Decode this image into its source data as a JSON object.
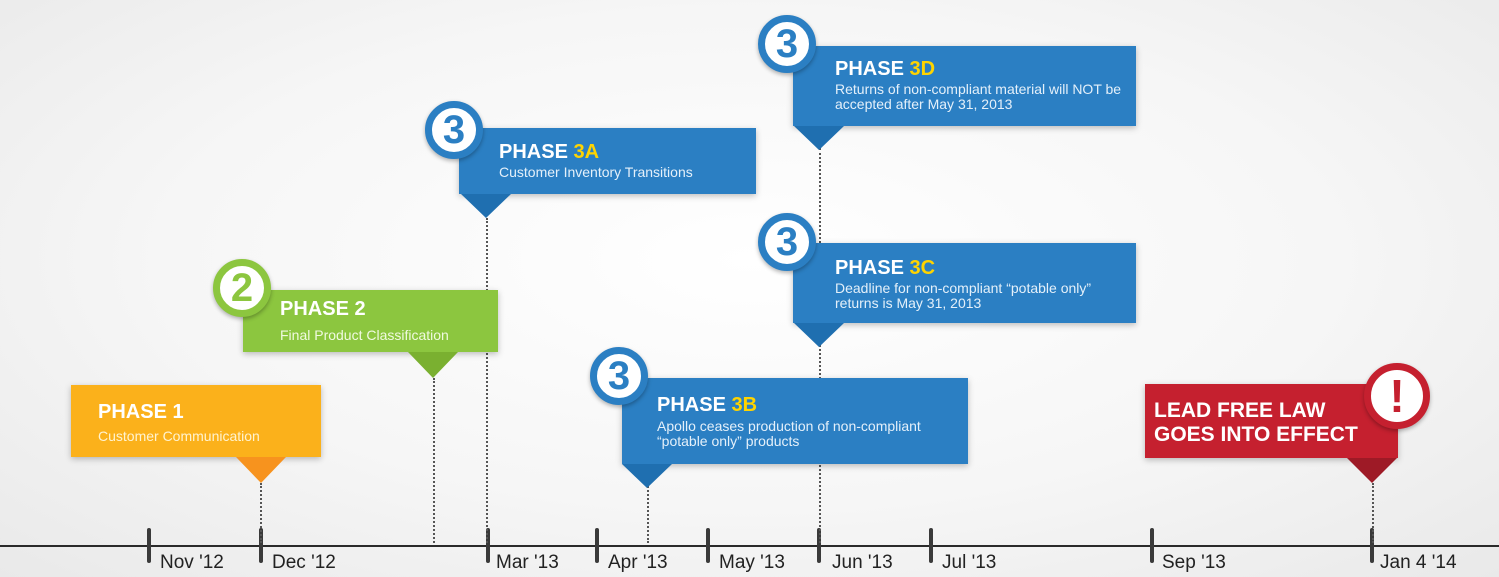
{
  "timeline": {
    "ticks": [
      "Nov '12",
      "Dec '12",
      "Mar '13",
      "Apr '13",
      "May '13",
      "Jun '13",
      "Jul '13",
      "Sep '13",
      "Jan 4 '14"
    ]
  },
  "phase1": {
    "title": "PHASE 1",
    "description": "Customer Communication"
  },
  "phase2": {
    "badge": "2",
    "title": "PHASE 2",
    "description": "Final Product Classification"
  },
  "phase3a": {
    "badge": "3",
    "title_prefix": "PHASE ",
    "title_highlight": "3A",
    "description": "Customer Inventory Transitions"
  },
  "phase3b": {
    "badge": "3",
    "title_prefix": "PHASE ",
    "title_highlight": "3B",
    "description": "Apollo ceases production of non-compliant “potable only” products"
  },
  "phase3c": {
    "badge": "3",
    "title_prefix": "PHASE ",
    "title_highlight": "3C",
    "description": "Deadline for non-compliant “potable only” returns is May 31, 2013"
  },
  "phase3d": {
    "badge": "3",
    "title_prefix": "PHASE ",
    "title_highlight": "3D",
    "description": "Returns of non-compliant material will NOT be accepted after May 31, 2013"
  },
  "lead_free": {
    "badge": "!",
    "line1": "LEAD FREE LAW",
    "line2": "GOES INTO EFFECT"
  },
  "colors": {
    "blue": "#2b7fc3",
    "green": "#8cc63f",
    "orange": "#fbb11b",
    "red": "#c5202f",
    "highlight": "#ffd400"
  }
}
